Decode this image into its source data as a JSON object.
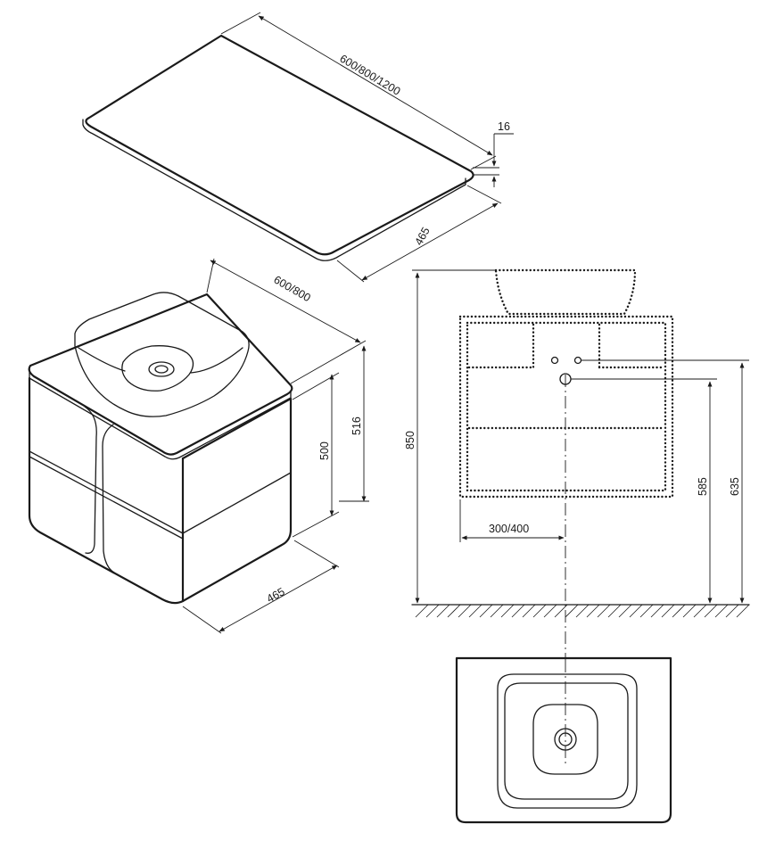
{
  "worktop_view": {
    "length_label": "600/800/1200",
    "thickness_label": "16",
    "depth_label": "465"
  },
  "cabinet_view": {
    "width_label": "600/800",
    "body_height_label": "500",
    "total_height_label": "516",
    "depth_label": "465"
  },
  "front_elevation": {
    "overall_height_label": "850",
    "drain_height_label": "585",
    "valve_height_label": "635",
    "offset_label": "300/400"
  },
  "plan_view": {}
}
